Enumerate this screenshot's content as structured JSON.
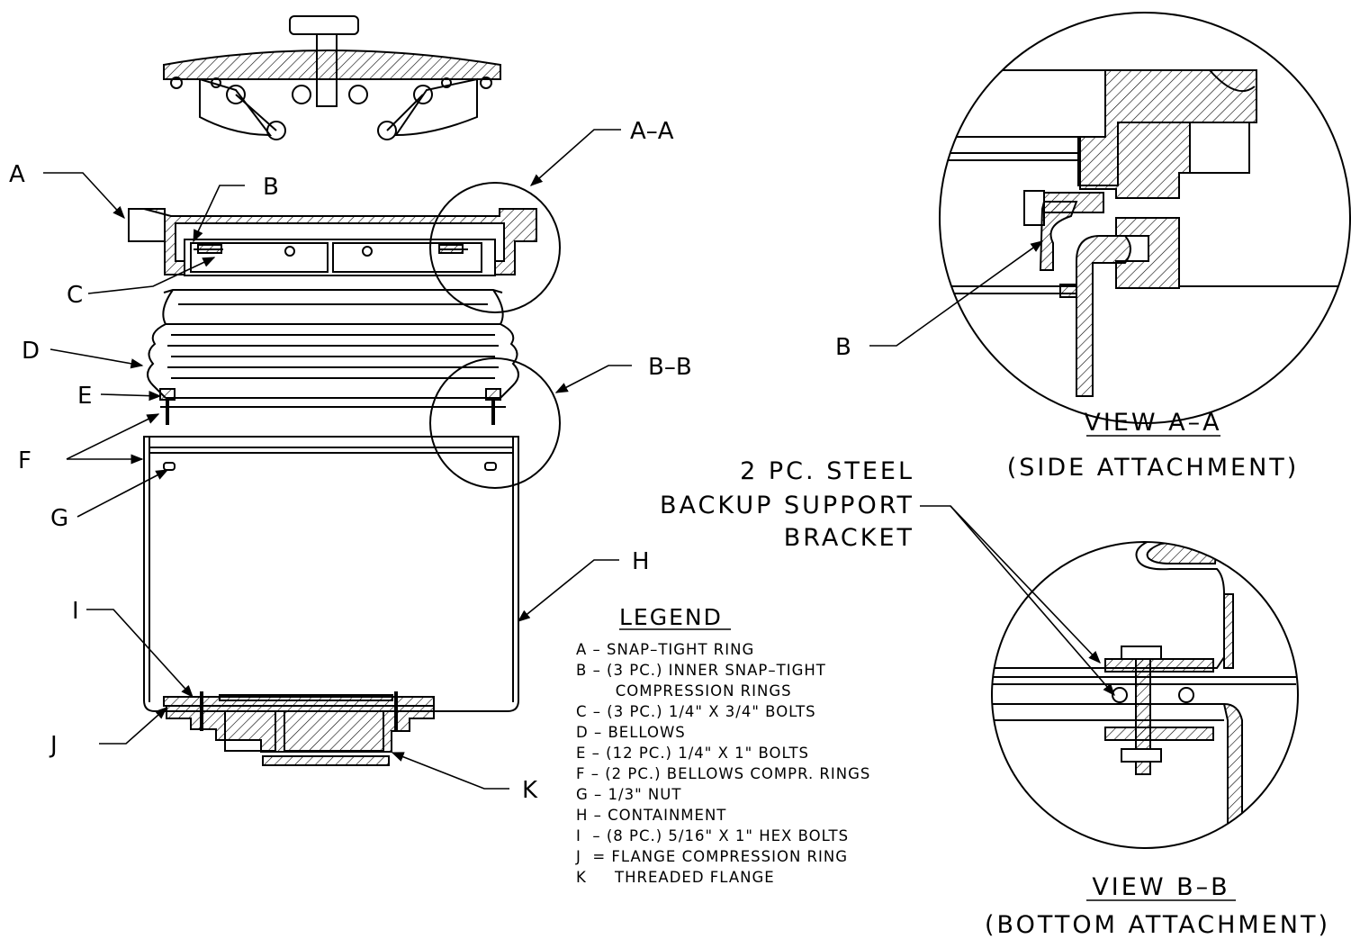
{
  "callouts": {
    "A": "A",
    "B": "B",
    "C": "C",
    "D": "D",
    "E": "E",
    "F": "F",
    "G": "G",
    "H": "H",
    "I": "I",
    "J": "J",
    "K": "K",
    "AA": "A–A",
    "BB": "B–B",
    "B_detail": "B"
  },
  "views": {
    "aa_title": "VIEW A–A",
    "aa_sub": "(SIDE ATTACHMENT)",
    "bb_title": "VIEW B–B",
    "bb_sub": "(BOTTOM ATTACHMENT)"
  },
  "bracket_note": [
    "2 PC. STEEL",
    "BACKUP SUPPORT",
    "BRACKET"
  ],
  "legend": {
    "title": "LEGEND",
    "lines": [
      "A – SNAP–TIGHT RING",
      "B – (3 PC.) INNER SNAP–TIGHT",
      "       COMPRESSION RINGS",
      "C – (3 PC.) 1/4\" X 3/4\" BOLTS",
      "D – BELLOWS",
      "E – (12 PC.) 1/4\" X 1\" BOLTS",
      "F – (2 PC.) BELLOWS COMPR. RINGS",
      "G – 1/3\" NUT",
      "H – CONTAINMENT",
      "I  – (8 PC.) 5/16\" X 1\" HEX BOLTS",
      "J  = FLANGE COMPRESSION RING",
      "K     THREADED FLANGE"
    ]
  }
}
